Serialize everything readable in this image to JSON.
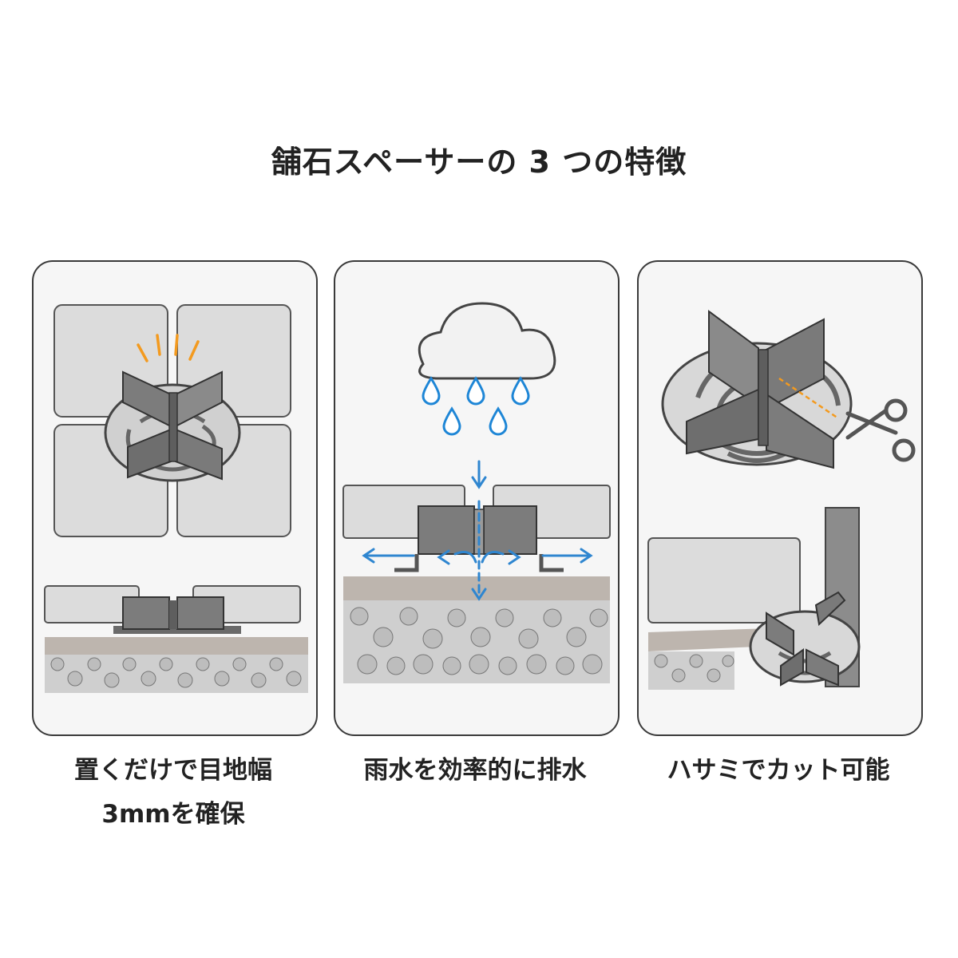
{
  "title": "舗石スペーサーの 3 つの特徴",
  "features": [
    {
      "caption_line1": "置くだけで目地幅",
      "caption_line2": "3mmを確保"
    },
    {
      "caption_line1": "雨水を効率的に排水"
    },
    {
      "caption_line1": "ハサミでカット可能"
    }
  ],
  "colors": {
    "paver": "#dcdcdc",
    "spacer": "#7c7c7c",
    "water_arrow": "#2f86d0",
    "raindrop": "#1e86d6",
    "impact_mark": "#f39a1f",
    "panel_border": "#3a3a3a"
  }
}
